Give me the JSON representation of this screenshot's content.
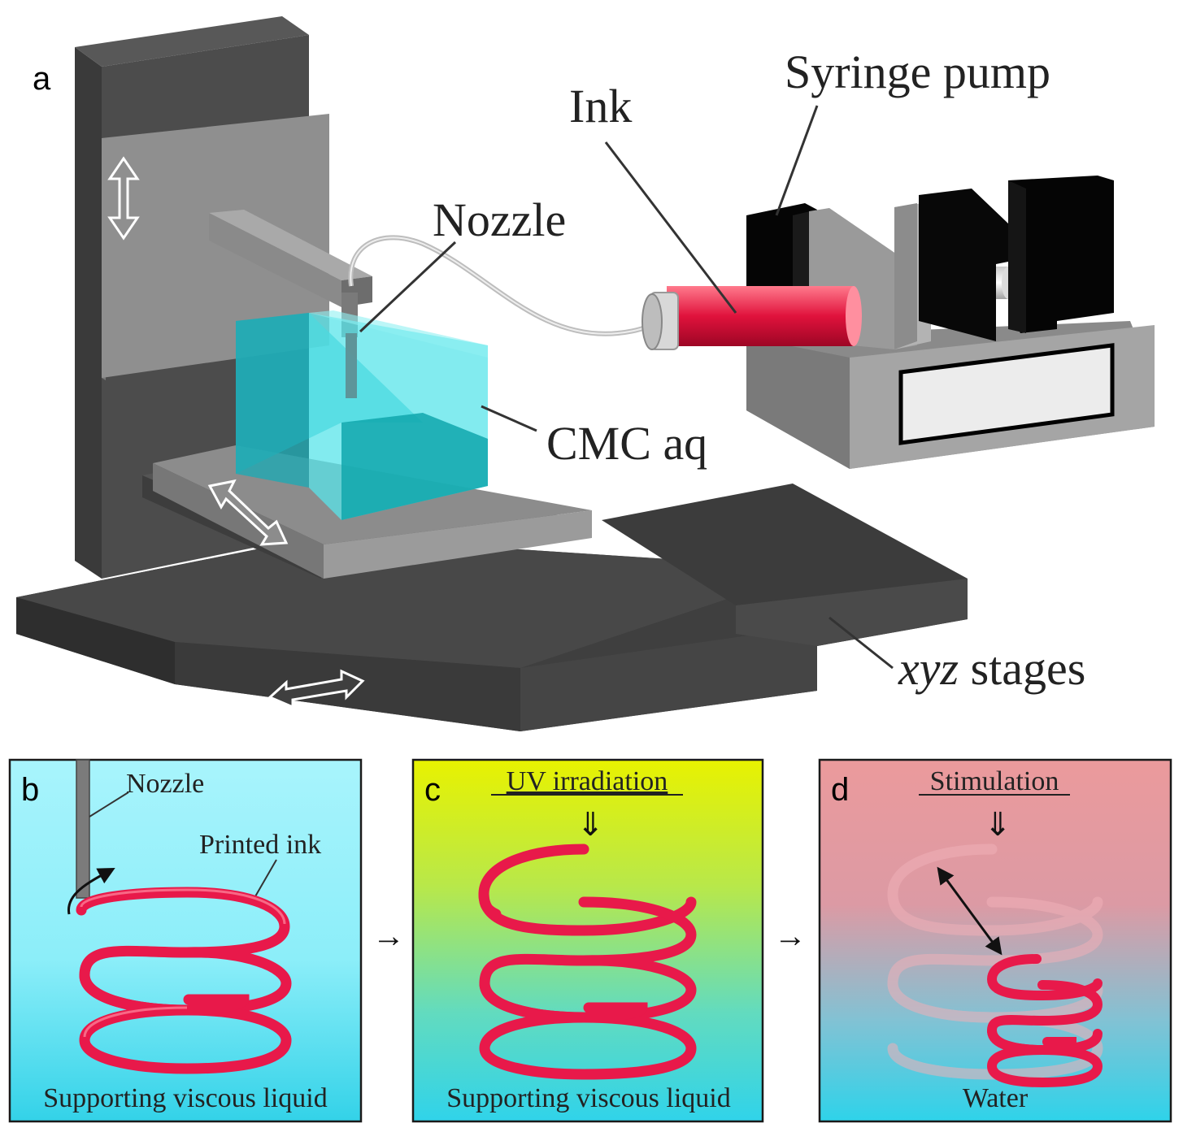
{
  "panel_a": {
    "letter": "a",
    "labels": {
      "syringe_pump": "Syringe pump",
      "ink": "Ink",
      "nozzle": "Nozzle",
      "cmc": "CMC aq",
      "stages_italic": "xyz",
      "stages_rest": " stages"
    }
  },
  "panel_b": {
    "letter": "b",
    "nozzle": "Nozzle",
    "printed_ink": "Printed ink",
    "medium": "Supporting viscous liquid"
  },
  "panel_c": {
    "letter": "c",
    "header": "UV irradiation",
    "medium": "Supporting viscous liquid"
  },
  "panel_d": {
    "letter": "d",
    "header": "Stimulation",
    "medium": "Water"
  },
  "arrows": {
    "between": "→"
  },
  "colors": {
    "frame_dark": "#4b4b4b",
    "frame_darker": "#3a3a3a",
    "plate_grey": "#8e8e8e",
    "pump_black": "#0a0a0a",
    "pump_grey": "#a9a9a9",
    "liquid_cyan": "#2fc4cc",
    "ink_red": "#e0123c",
    "helix_red": "#e8194a",
    "panel_b_top": "#9ef2fb",
    "panel_b_bottom": "#3fd5ea",
    "panel_c_top": "#e6f000",
    "panel_c_bottom": "#38d6ec",
    "panel_d_top": "#e89a9a",
    "panel_d_bottom": "#36d4ea"
  }
}
